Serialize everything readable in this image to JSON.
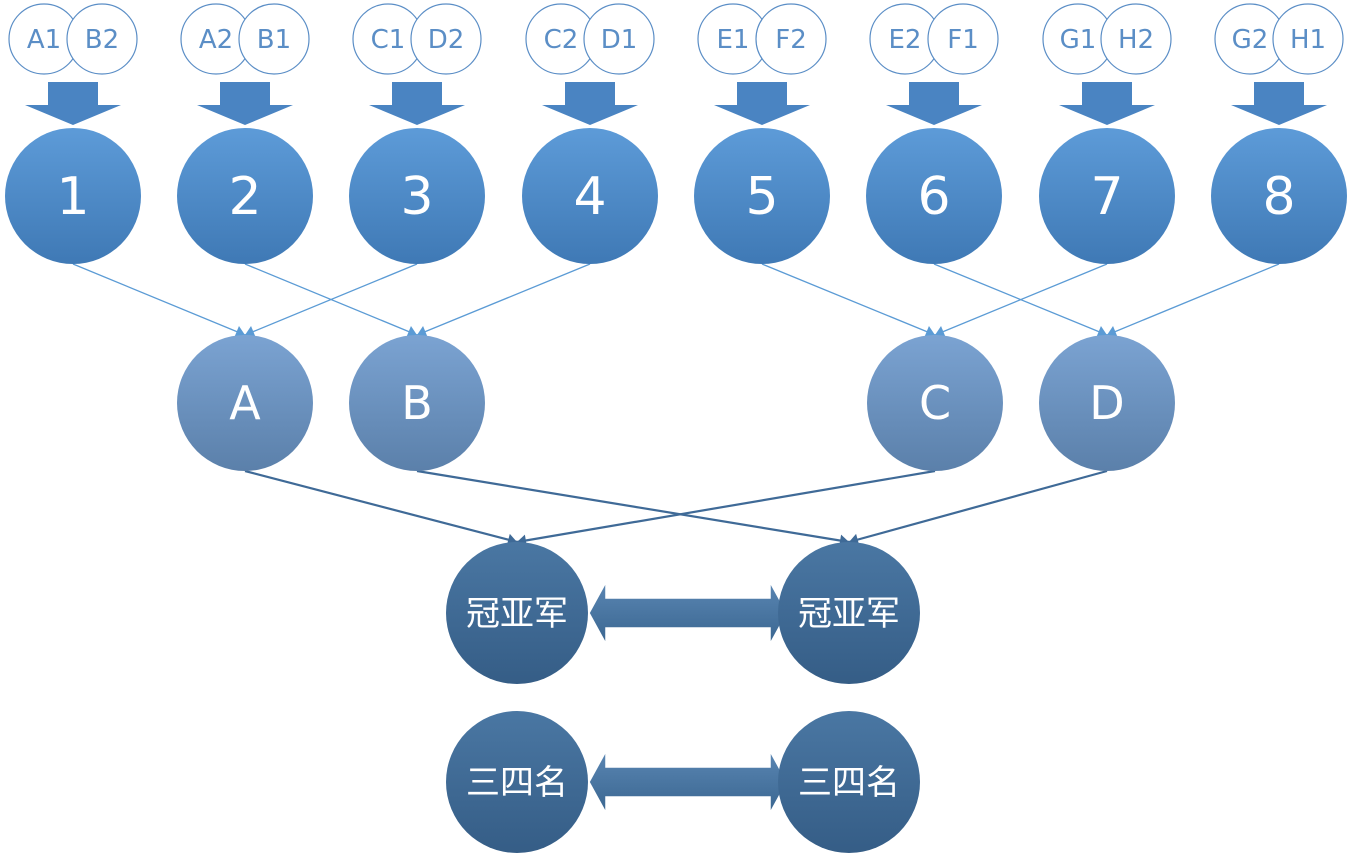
{
  "seed_pairs": [
    [
      "A1",
      "B2"
    ],
    [
      "A2",
      "B1"
    ],
    [
      "C1",
      "D2"
    ],
    [
      "C2",
      "D1"
    ],
    [
      "E1",
      "F2"
    ],
    [
      "E2",
      "F1"
    ],
    [
      "G1",
      "H2"
    ],
    [
      "G2",
      "H1"
    ]
  ],
  "round_of_16": [
    "1",
    "2",
    "3",
    "4",
    "5",
    "6",
    "7",
    "8"
  ],
  "quarter_finals": [
    "A",
    "B",
    "C",
    "D"
  ],
  "final_match": {
    "left": "冠亚军",
    "right": "冠亚军"
  },
  "third_place_match": {
    "left": "三四名",
    "right": "三四名"
  },
  "colors": {
    "seed_stroke": "#5b8ec6",
    "seed_text": "#5b8ec6",
    "down_arrow": "#4a84c2",
    "r16_top": "#5d9bd8",
    "r16_bottom": "#3f79b5",
    "qf_top": "#7ba3d2",
    "qf_bottom": "#5b80aa",
    "final_fill": "#3f6a93",
    "connector_light": "#5b9bd5",
    "connector_dark": "#3f6a97"
  },
  "connections": {
    "round_of_16_to_quarter": [
      [
        "1",
        "A"
      ],
      [
        "3",
        "A"
      ],
      [
        "2",
        "B"
      ],
      [
        "4",
        "B"
      ],
      [
        "5",
        "C"
      ],
      [
        "7",
        "C"
      ],
      [
        "6",
        "D"
      ],
      [
        "8",
        "D"
      ]
    ],
    "quarter_to_final": [
      [
        "A",
        "left"
      ],
      [
        "C",
        "left"
      ],
      [
        "B",
        "right"
      ],
      [
        "D",
        "right"
      ]
    ]
  }
}
